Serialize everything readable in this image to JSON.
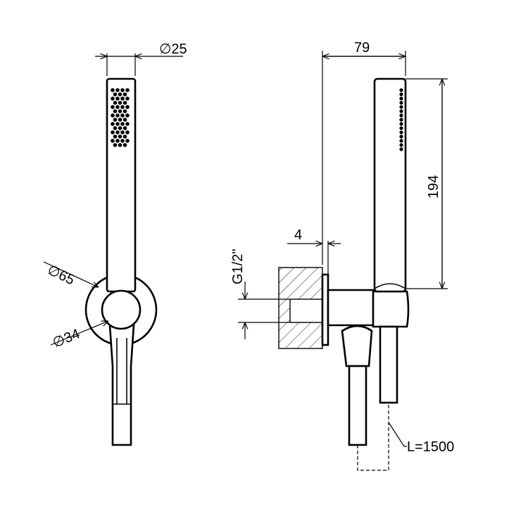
{
  "drawing": {
    "dimensions": {
      "head_diameter": "∅25",
      "bracket_diameter": "∅65",
      "hose_connector_diameter": "∅34",
      "projection_depth": "79",
      "handset_length": "194",
      "wall_offset": "4",
      "thread_size": "G1/2\"",
      "hose_length": "L=1500"
    }
  }
}
